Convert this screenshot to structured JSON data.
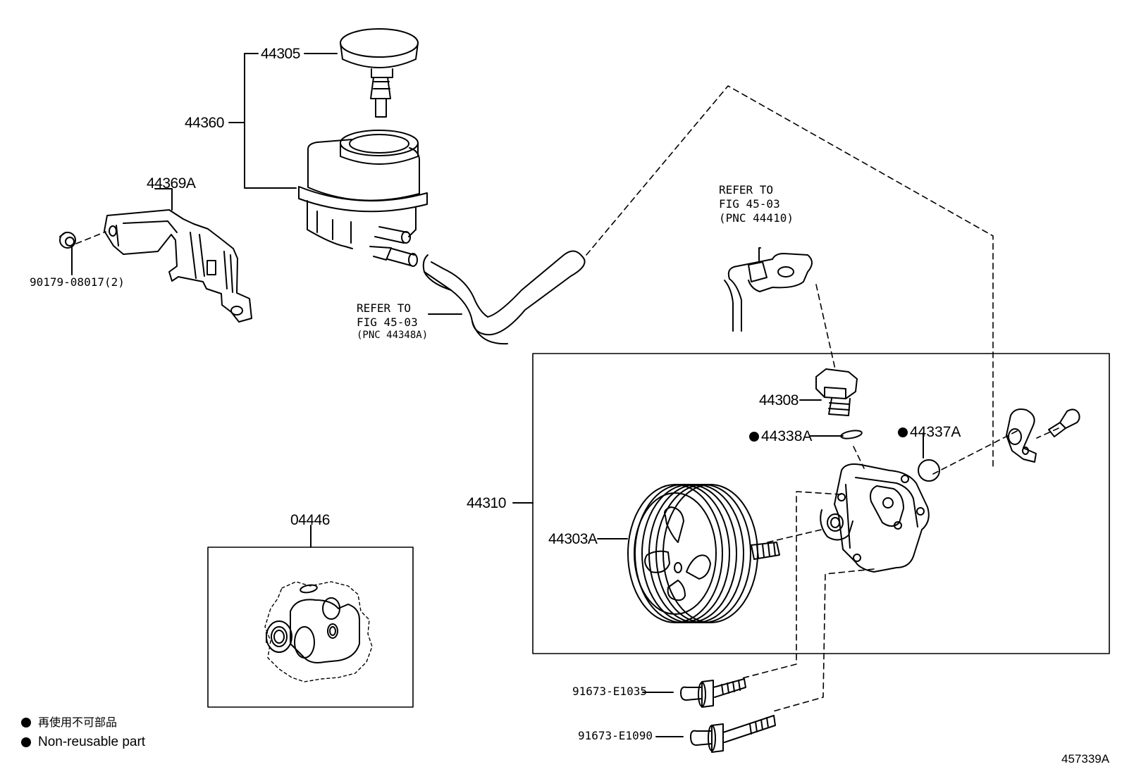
{
  "parts": {
    "p44305": "44305",
    "p44360": "44360",
    "p44369a": "44369A",
    "p90179": "90179-08017(2)",
    "p44308": "44308",
    "p44338a": "44338A",
    "p44337a": "44337A",
    "p44310": "44310",
    "p44303a": "44303A",
    "p04446": "04446",
    "p91673_e1035": "91673-E1035",
    "p91673_e1090": "91673-E1090"
  },
  "refs": {
    "hose": {
      "line1": "REFER TO",
      "line2": "FIG 45-03",
      "line3": "(PNC 44348A)"
    },
    "tube": {
      "line1": "REFER TO",
      "line2": "FIG 45-03",
      "line3": "(PNC 44410)"
    }
  },
  "legend": {
    "jp": "再使用不可部品",
    "en": "Non-reusable part"
  },
  "figure_id": "457339A"
}
